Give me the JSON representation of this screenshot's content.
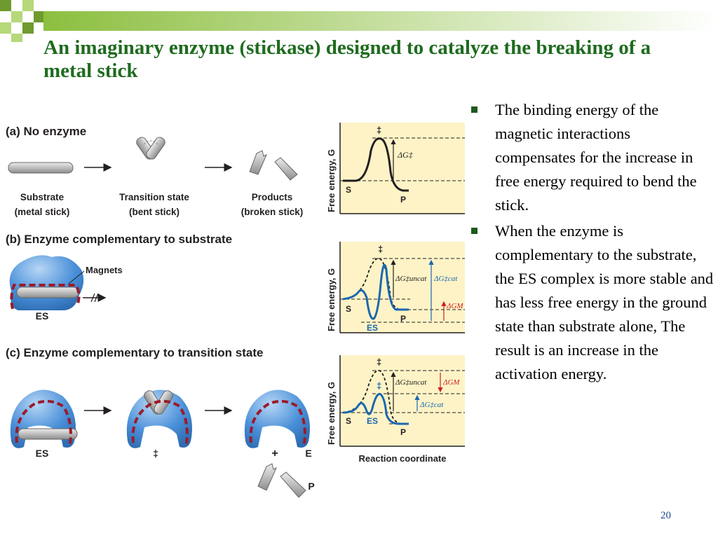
{
  "slide": {
    "title": "An imaginary enzyme (stickase) designed to catalyze the breaking of a metal stick",
    "page_number": "20"
  },
  "bullets": [
    {
      "text": "The binding energy of the magnetic interactions compensates for the increase in free energy required to bend the stick."
    },
    {
      "text": "When the enzyme is complementary to the substrate, the ES complex is more stable and has less free energy in the ground state than substrate alone, The result is an increase in the activation energy."
    }
  ],
  "figure": {
    "panel_a": {
      "heading": "(a) No enzyme",
      "substrate_label": [
        "Substrate",
        "(metal stick)"
      ],
      "transition_label": [
        "Transition state",
        "(bent stick)"
      ],
      "products_label": [
        "Products",
        "(broken stick)"
      ]
    },
    "panel_b": {
      "heading": "(b) Enzyme complementary to substrate",
      "magnets_label": "Magnets",
      "es_label": "ES"
    },
    "panel_c": {
      "heading": "(c) Enzyme complementary to transition state",
      "es_label": "ES",
      "ts_label": "‡",
      "plus_label": "+",
      "e_label": "E",
      "p_label": "P"
    },
    "graph_labels": {
      "y_axis": "Free energy, G",
      "x_axis": "Reaction coordinate",
      "s": "S",
      "p": "P",
      "es": "ES",
      "ddagger": "‡",
      "delta_g_a": "ΔG‡",
      "delta_g_uncat": "ΔG‡uncat",
      "delta_g_cat": "ΔG‡cat",
      "delta_g_m": "ΔGM"
    },
    "colors": {
      "enzyme": "#4a90d9",
      "magnet": "#9b1b2b",
      "graph_bg": "#fdf3c6",
      "blue_curve": "#1a67b1",
      "red_arrow": "#cc2222",
      "stick": "#c8c8c8"
    }
  },
  "decoration": {
    "bar_color": "#8cbf3f",
    "squares_color": "#6f9a2e"
  }
}
